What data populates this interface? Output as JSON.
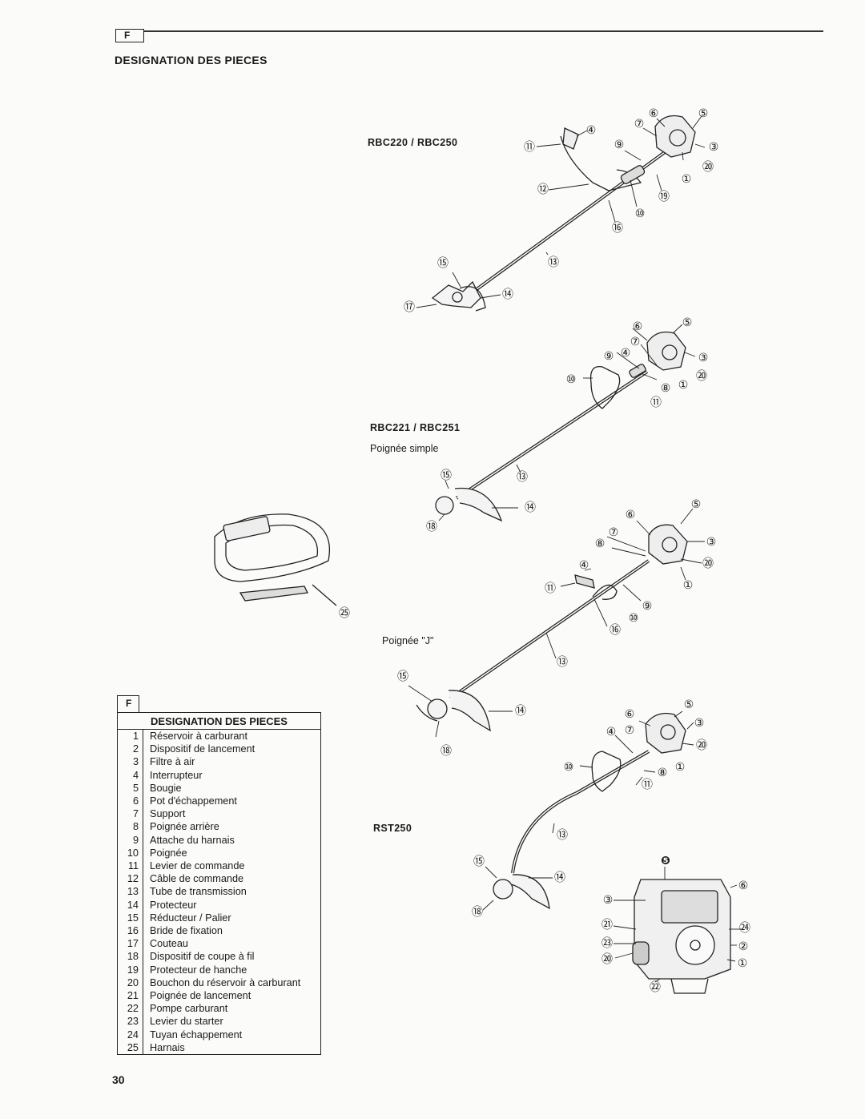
{
  "header": {
    "lang": "F",
    "title": "DESIGNATION DES PIECES"
  },
  "models": {
    "model_1": "RBC220 / RBC250",
    "model_2": "RBC221 / RBC251",
    "model_2_caption": "Poignée simple",
    "model_3_caption": "Poignée \"J\"",
    "model_4": "RST250"
  },
  "legend": {
    "lang": "F",
    "title": "DESIGNATION DES PIECES",
    "items": [
      {
        "num": "1",
        "label": "Réservoir à carburant"
      },
      {
        "num": "2",
        "label": "Dispositif de lancement"
      },
      {
        "num": "3",
        "label": "Filtre à air"
      },
      {
        "num": "4",
        "label": "Interrupteur"
      },
      {
        "num": "5",
        "label": "Bougie"
      },
      {
        "num": "6",
        "label": "Pot d'échappement"
      },
      {
        "num": "7",
        "label": "Support"
      },
      {
        "num": "8",
        "label": "Poignée arrière"
      },
      {
        "num": "9",
        "label": "Attache du harnais"
      },
      {
        "num": "10",
        "label": "Poignée"
      },
      {
        "num": "11",
        "label": "Levier de commande"
      },
      {
        "num": "12",
        "label": "Câble de commande"
      },
      {
        "num": "13",
        "label": "Tube de transmission"
      },
      {
        "num": "14",
        "label": "Protecteur"
      },
      {
        "num": "15",
        "label": "Réducteur / Palier"
      },
      {
        "num": "16",
        "label": "Bride de fixation"
      },
      {
        "num": "17",
        "label": "Couteau"
      },
      {
        "num": "18",
        "label": "Dispositif de coupe à fil"
      },
      {
        "num": "19",
        "label": "Protecteur de hanche"
      },
      {
        "num": "20",
        "label": "Bouchon du réservoir à carburant"
      },
      {
        "num": "21",
        "label": "Poignée de lancement"
      },
      {
        "num": "22",
        "label": "Pompe carburant"
      },
      {
        "num": "23",
        "label": "Levier du starter"
      },
      {
        "num": "24",
        "label": "Tuyan échappement"
      },
      {
        "num": "25",
        "label": "Harnais"
      }
    ]
  },
  "page_number": "30"
}
